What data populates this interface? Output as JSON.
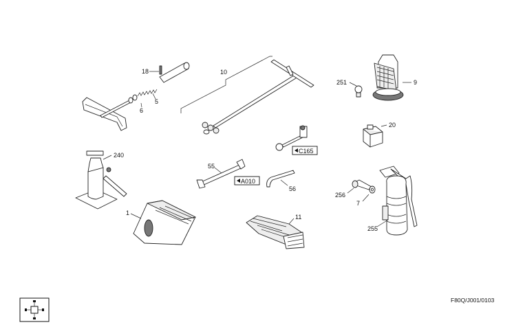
{
  "labels": {
    "p18": "18",
    "p10": "10",
    "p9": "9",
    "p251": "251",
    "p5": "5",
    "p6": "6",
    "p20": "20",
    "p240": "240",
    "p55": "55",
    "p56": "56",
    "p256": "256",
    "p7": "7",
    "p1": "1",
    "p11": "11",
    "p255": "255"
  },
  "refs": {
    "c165": "C165",
    "a010": "A010"
  },
  "drawing_code": "F80Q/J001/0103"
}
